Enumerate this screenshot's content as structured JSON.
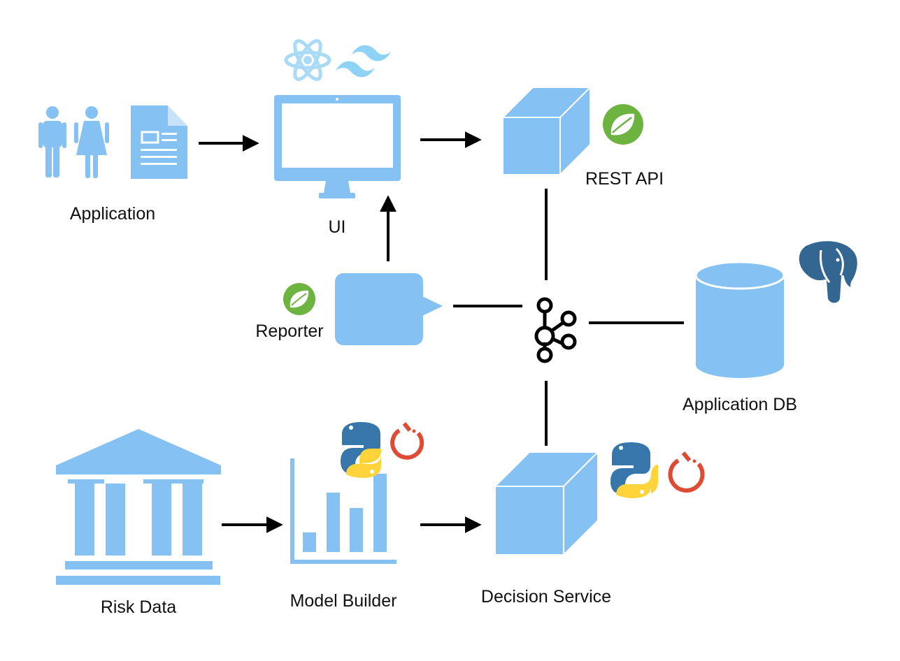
{
  "colors": {
    "node_fill": "#85C1F2",
    "line": "#000000",
    "spring": "#6DB33F",
    "postgres": "#336791",
    "python_blue": "#3776AB",
    "python_yellow": "#FFD43B",
    "pytorch": "#DE4C36",
    "react": "#61DAFB",
    "tailwind": "#38BDF8"
  },
  "nodes": {
    "application": {
      "label": "Application",
      "icon": "people-document-icon"
    },
    "ui": {
      "label": "UI",
      "icon": "monitor-icon",
      "tech": [
        "react-icon",
        "tailwind-icon"
      ]
    },
    "rest_api": {
      "label": "REST API",
      "icon": "cube-icon",
      "tech": [
        "spring-icon"
      ]
    },
    "reporter": {
      "label": "Reporter",
      "icon": "speech-bubble-icon",
      "tech": [
        "spring-icon"
      ]
    },
    "kafka": {
      "label": "",
      "icon": "kafka-icon"
    },
    "application_db": {
      "label": "Application DB",
      "icon": "database-cylinder-icon",
      "tech": [
        "postgres-elephant-icon"
      ]
    },
    "risk_data": {
      "label": "Risk Data",
      "icon": "bank-building-icon"
    },
    "model_builder": {
      "label": "Model Builder",
      "icon": "bar-chart-icon",
      "tech": [
        "python-icon",
        "pytorch-icon"
      ]
    },
    "decision_service": {
      "label": "Decision Service",
      "icon": "cube-icon",
      "tech": [
        "python-icon",
        "pytorch-icon"
      ]
    }
  },
  "edges": [
    {
      "from": "application",
      "to": "ui",
      "type": "arrow"
    },
    {
      "from": "ui",
      "to": "rest_api",
      "type": "arrow"
    },
    {
      "from": "reporter",
      "to": "ui",
      "type": "arrow"
    },
    {
      "from": "rest_api",
      "to": "kafka",
      "type": "line"
    },
    {
      "from": "reporter",
      "to": "kafka",
      "type": "line"
    },
    {
      "from": "kafka",
      "to": "application_db",
      "type": "line"
    },
    {
      "from": "kafka",
      "to": "decision_service",
      "type": "line"
    },
    {
      "from": "risk_data",
      "to": "model_builder",
      "type": "arrow"
    },
    {
      "from": "model_builder",
      "to": "decision_service",
      "type": "arrow"
    }
  ]
}
